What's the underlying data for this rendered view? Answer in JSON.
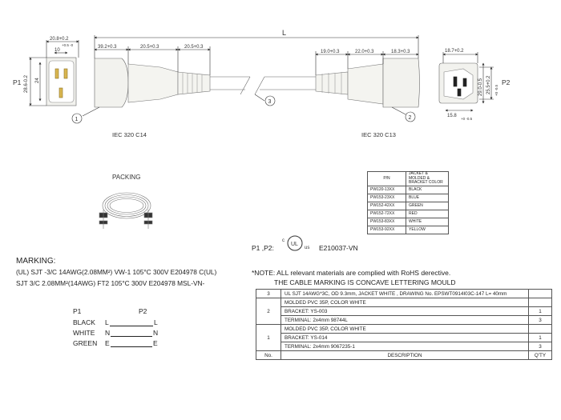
{
  "dimensions": {
    "L": "L",
    "p1_w_top": "20.8+0.2",
    "p1_w_in": "10",
    "p1_w_in_tol": "+0.5 -0",
    "p1_h": "28.6-0.2",
    "p1_h_in": "24",
    "c1_a": "39.2+0.3",
    "c1_b": "20.5+0.3",
    "c1_c": "20.5+0.3",
    "c2_a": "19.0+0.3",
    "c2_b": "22.0+0.3",
    "c2_c": "18.3+0.3",
    "p2_w_top": "18.7+0.2",
    "p2_h1": "29.0-0.5",
    "p2_h1_tol": "+0 -0.5",
    "p2_h2": "25.5+0.2",
    "p2_w_bottom": "15.8",
    "p2_w_bottom_tol": "+0 -0.5"
  },
  "labels": {
    "p1": "P1",
    "p2": "P2",
    "iec_c14": "IEC 320 C14",
    "iec_c13": "IEC 320 C13",
    "packing": "PACKING",
    "callout1": "1",
    "callout2": "2",
    "callout3": "3",
    "cert_prefix": "P1 ,P2:",
    "cert_c": "c",
    "cert_ul": "UL",
    "cert_us": "us",
    "cert_number": "E210037-VN",
    "marking_title": "MARKING:",
    "marking_line1": "(UL) SJT -3/C 14AWG(2.08MM²) VW-1 105°C 300V E204978 C(UL)",
    "marking_line2": "SJT 3/C 2.08MM²(14AWG) FT2 105°C 300V E204978 MSL-VN-",
    "note_line1": "*NOTE: ALL relevant materials are complied with RoHS derective.",
    "note_line2": "THE CABLE MARKING IS CONCAVE LETTERING MOULD"
  },
  "part_table": {
    "header_pn": "P/N",
    "header_color": "JACKET & MOLDED & BRACKET COLOR",
    "rows": [
      {
        "pn": "PW120-13XX",
        "color": "BLACK"
      },
      {
        "pn": "PW153-23XX",
        "color": "BLUE"
      },
      {
        "pn": "PW152-42XX",
        "color": "GREEN"
      },
      {
        "pn": "PW152-72XX",
        "color": "RED"
      },
      {
        "pn": "PW153-83XX",
        "color": "WHITE"
      },
      {
        "pn": "PW153-92XX",
        "color": "YELLOW"
      }
    ]
  },
  "bom": {
    "header_no": "No.",
    "header_desc": "DESCRIPTION",
    "header_qty": "Q'TY",
    "r3_no": "3",
    "r3_d1": "UL SJT 14AWG*3C, OD 9.3mm, JACKET WHITE , DRAWING No. EPSWT0914I03C-147 L= 40mm",
    "r2_no": "2",
    "r2_d1": "MOLDED PVC 35P, COLOR WHITE",
    "r2_d2": "BRACKET: YS-003",
    "r2_q2": "1",
    "r2_d3": "TERMINAL: 2x4mm 98744L",
    "r2_q3": "3",
    "r1_no": "1",
    "r1_d1": "MOLDED PVC 35P, COLOR WHITE",
    "r1_d2": "BRACKET: YS-014",
    "r1_q2": "1",
    "r1_d3": "TERMINAL: 2x4mm 9067235-1",
    "r1_q3": "3"
  },
  "wiring": {
    "p1_header": "P1",
    "p2_header": "P2",
    "rows": [
      {
        "color": "BLACK",
        "p1": "L",
        "p2": "L"
      },
      {
        "color": "WHITE",
        "p1": "N",
        "p2": "N"
      },
      {
        "color": "GREEN",
        "p1": "E",
        "p2": "E"
      }
    ]
  }
}
